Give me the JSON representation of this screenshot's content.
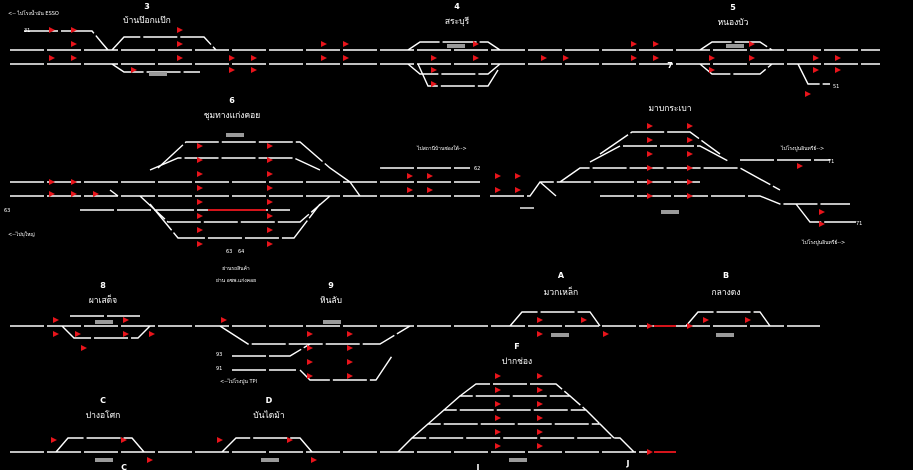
{
  "window": {
    "title": "Railway station track diagram"
  },
  "colors": {
    "background": "#000000",
    "track": "#ffffff",
    "signal": "#e8141b",
    "platform": "#9a9a9a",
    "occupied": "#d4141b"
  },
  "stations": [
    {
      "id": "s3",
      "number": "3",
      "name": "บ้านป๊อกแป๊ก"
    },
    {
      "id": "s4",
      "number": "4",
      "name": "สระบุรี"
    },
    {
      "id": "s5",
      "number": "5",
      "name": "หนองบัว"
    },
    {
      "id": "s6",
      "number": "6",
      "name": "ชุมทางแก่งคอย"
    },
    {
      "id": "s7",
      "number": "7",
      "name": "มาบกระเบา"
    },
    {
      "id": "s8",
      "number": "8",
      "name": "ผาเสด็จ"
    },
    {
      "id": "s9",
      "number": "9",
      "name": "หินลับ"
    },
    {
      "id": "sA",
      "number": "A",
      "name": "มวกเหล็ก"
    },
    {
      "id": "sB",
      "number": "B",
      "name": "กลางดง"
    },
    {
      "id": "sC",
      "number": "C",
      "name": "ปางอโศก"
    },
    {
      "id": "sD",
      "number": "D",
      "name": "บันไดม้า"
    },
    {
      "id": "sF",
      "number": "F",
      "name": "ปากช่อง"
    }
  ],
  "annotations": [
    {
      "id": "esso",
      "text": "<-- ไปโรงน้ำมัน ESSO"
    },
    {
      "id": "to-kaeng-khoi",
      "text": "ไปสถานีบ้านช่องใต้-->"
    },
    {
      "id": "cement-1",
      "text": "ไปโรงปูนอินทรีย์-->"
    },
    {
      "id": "cement-2",
      "text": "ไปโรงปูนอินทรีย์-->"
    },
    {
      "id": "to-bua-yai",
      "text": "<--ไปบุใหญ่"
    },
    {
      "id": "tpi",
      "text": "<--ไปโรงปูน TPI"
    },
    {
      "id": "depot-1",
      "text": "ย่านรถสินค้า"
    },
    {
      "id": "depot-2",
      "text": "ย่าน อซพ.แก่งคอย"
    },
    {
      "id": "lbl-j",
      "text": "J"
    },
    {
      "id": "lbl-c",
      "text": "C"
    },
    {
      "id": "lbl-i",
      "text": "I"
    }
  ],
  "track_labels": [
    {
      "id": "t31",
      "text": "31"
    },
    {
      "id": "t51",
      "text": "51"
    },
    {
      "id": "t62",
      "text": "62"
    },
    {
      "id": "t63",
      "text": "63"
    },
    {
      "id": "t63b",
      "text": "63"
    },
    {
      "id": "t64",
      "text": "64"
    },
    {
      "id": "t71",
      "text": "71"
    },
    {
      "id": "t71b",
      "text": "71"
    },
    {
      "id": "t91",
      "text": "91"
    },
    {
      "id": "t93",
      "text": "93"
    }
  ]
}
